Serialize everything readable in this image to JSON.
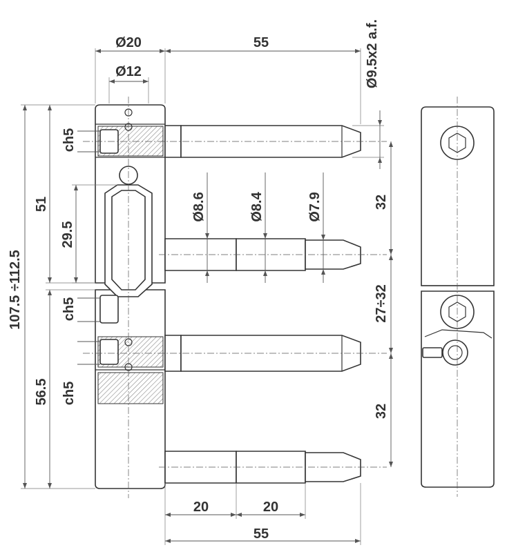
{
  "labels": {
    "dia20": "Ø20",
    "dia12": "Ø12",
    "top55": "55",
    "af": "Ø9.5x2 a.f.",
    "ch5_a": "ch5",
    "ch5_b": "ch5",
    "ch5_c": "ch5",
    "h107": "107.5 ÷112.5",
    "h51": "51",
    "h29": "29.5",
    "h56": "56.5",
    "d86": "Ø8.6",
    "d84": "Ø8.4",
    "d79": "Ø7.9",
    "r32a": "32",
    "r27": "27÷32",
    "r32b": "32",
    "b20a": "20",
    "b20b": "20",
    "b55": "55"
  },
  "colors": {
    "line": "#333333",
    "hatch": "#888888",
    "background": "#ffffff"
  }
}
